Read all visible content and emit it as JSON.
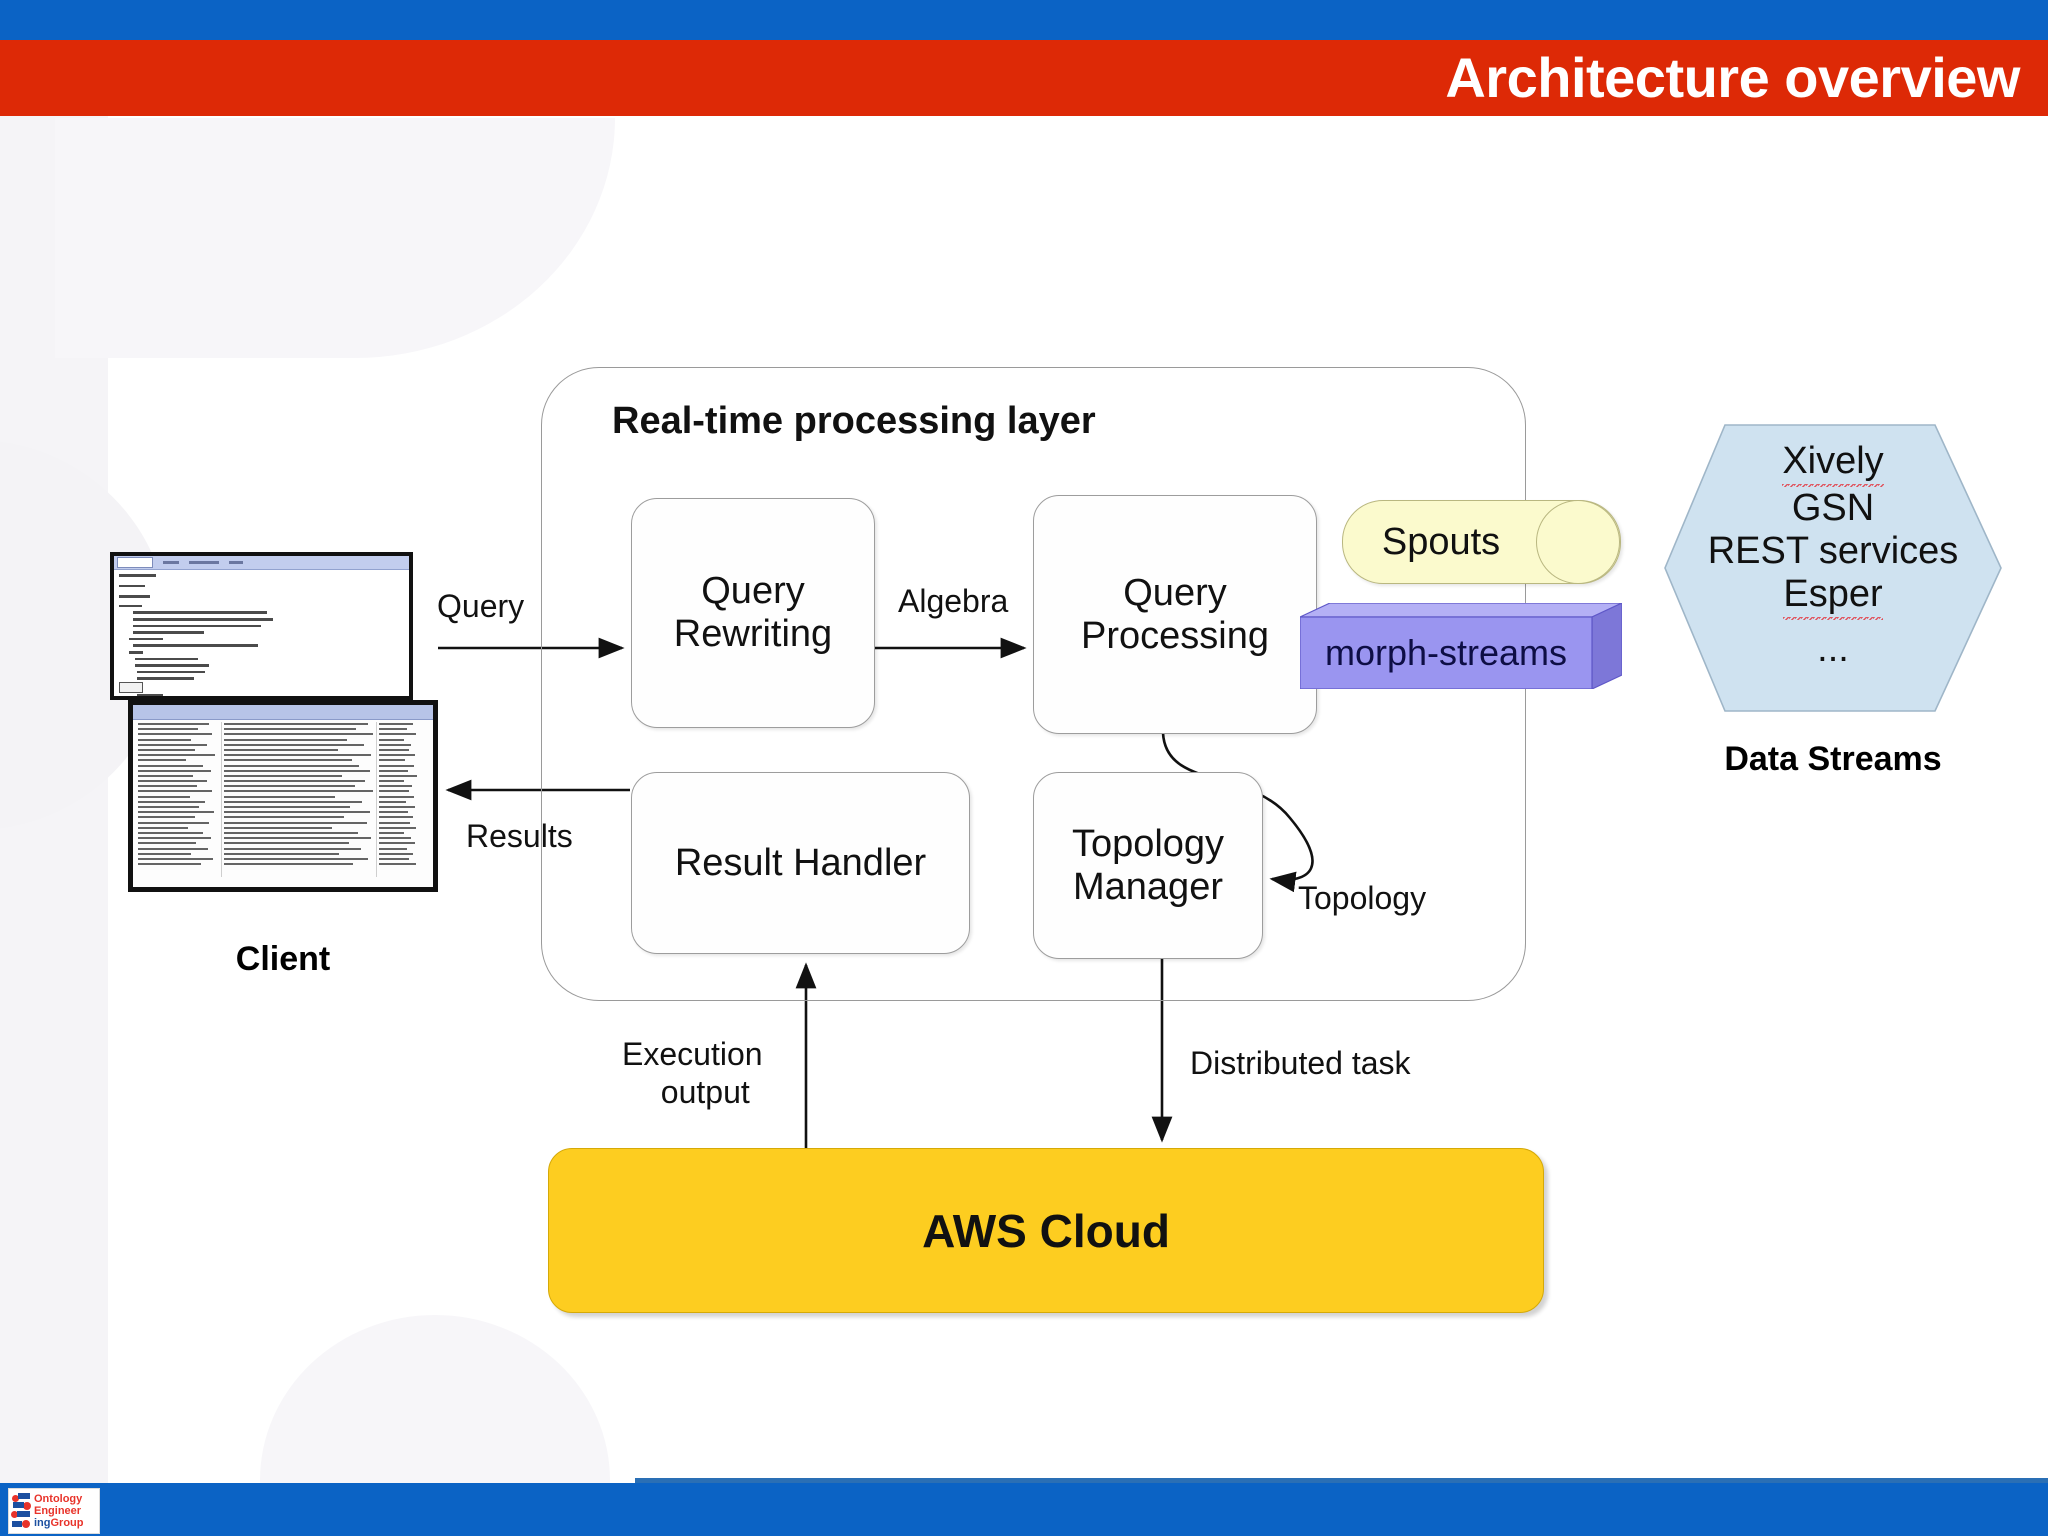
{
  "slide": {
    "title": "Architecture overview",
    "accent_blue": "#0b63c5",
    "accent_red": "#dd2906",
    "aws_yellow": "#fdcd20",
    "spouts_yellow": "#fbfacd",
    "morph_purple": "#9a95f0",
    "datastream_blue": "#cfe2f0"
  },
  "logo": {
    "line1": "Ontology",
    "line2": "Engineer",
    "line3a": "ing",
    "line3b": "Group"
  },
  "client": {
    "label": "Client"
  },
  "layer": {
    "title": "Real-time processing layer",
    "nodes": [
      {
        "id": "query-rewriting",
        "line1": "Query",
        "line2": "Rewriting"
      },
      {
        "id": "query-processing",
        "line1": "Query",
        "line2": "Processing"
      },
      {
        "id": "result-handler",
        "line1": "Result Handler",
        "line2": ""
      },
      {
        "id": "topology-manager",
        "line1": "Topology",
        "line2": "Manager"
      }
    ]
  },
  "spouts": {
    "label": "Spouts"
  },
  "morph_streams": {
    "label": "morph-streams"
  },
  "data_streams": {
    "items": [
      "Xively",
      "GSN",
      "REST services",
      "Esper",
      "..."
    ],
    "label": "Data Streams"
  },
  "aws": {
    "label": "AWS Cloud"
  },
  "edges": {
    "query": "Query",
    "algebra": "Algebra",
    "results": "Results",
    "topology": "Topology",
    "execution_line1": "Execution",
    "execution_line2": "output",
    "distributed_task": "Distributed task"
  }
}
